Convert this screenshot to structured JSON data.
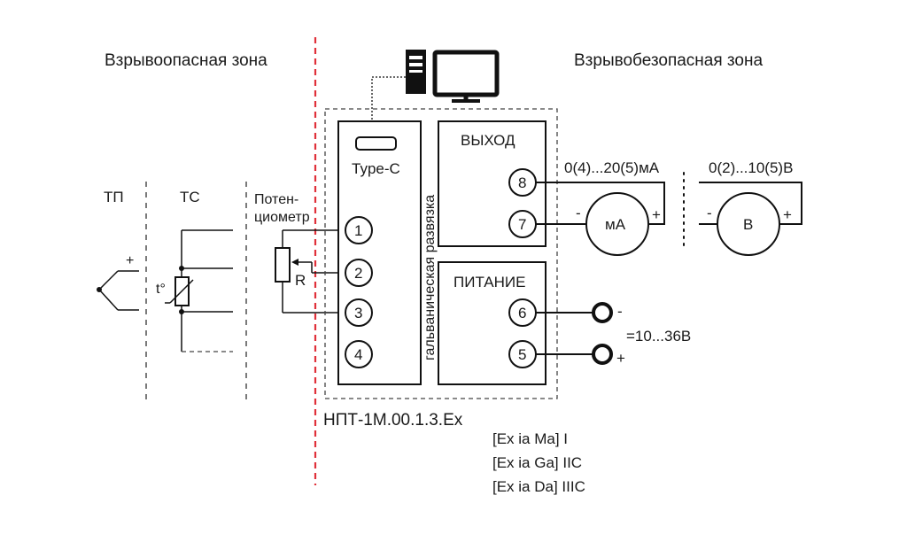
{
  "zones": {
    "hazardous": "Взрывоопасная зона",
    "safe": "Взрывобезопасная зона"
  },
  "sensors": {
    "tp": "ТП",
    "tc": "ТС",
    "tc_symbol": "t°",
    "pot_line1": "Потен-",
    "pot_line2": "циометр",
    "resistor": "R",
    "plus": "+"
  },
  "module": {
    "usb": "Type-C",
    "isolation": "гальваническая развязка",
    "output_title": "ВЫХОД",
    "power_title": "ПИТАНИЕ",
    "pins": [
      "1",
      "2",
      "3",
      "4",
      "8",
      "7",
      "6",
      "5"
    ],
    "model": "НПТ-1М.00.1.3.Ex"
  },
  "outputs": {
    "current_range": "0(4)...20(5)мА",
    "voltage_range": "0(2)...10(5)В",
    "ammeter": "мА",
    "voltmeter": "В",
    "minus": "-",
    "plus": "+"
  },
  "power": {
    "minus": "-",
    "plus": "+",
    "voltage": "=10...36В"
  },
  "marking": [
    "[Ex ia Ma] I",
    "[Ex ia Ga] IIC",
    "[Ex ia Da] IIIC"
  ],
  "icons": {
    "computer": "desktop-computer-icon"
  },
  "colors": {
    "zone_boundary": "#e0303a"
  }
}
